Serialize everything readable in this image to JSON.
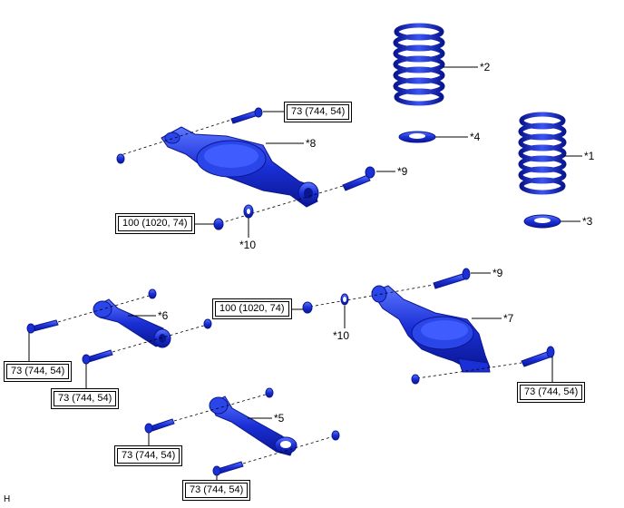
{
  "part_callouts": {
    "c1": "*1",
    "c2": "*2",
    "c3": "*3",
    "c4": "*4",
    "c5": "*5",
    "c6": "*6",
    "c7": "*7",
    "c8": "*8",
    "c9a": "*9",
    "c9b": "*9",
    "c10a": "*10",
    "c10b": "*10"
  },
  "torque_specs": {
    "t1": "73 (744, 54)",
    "t2": "100 (1020, 74)",
    "t3": "100 (1020, 74)",
    "t4": "73 (744, 54)",
    "t5": "73 (744, 54)",
    "t6": "73 (744, 54)",
    "t7": "73 (744, 54)",
    "t8": "73 (744, 54)"
  },
  "footer_code": "H",
  "colors": {
    "part_fill": "#1a2fd6",
    "part_dark": "#0a1690",
    "part_light": "#4f6cff",
    "lines": "#000000"
  }
}
